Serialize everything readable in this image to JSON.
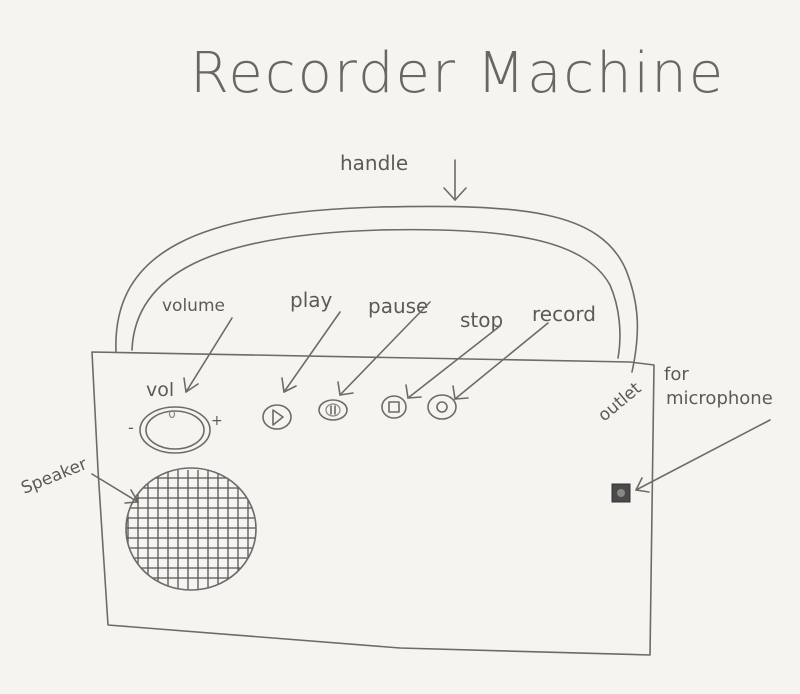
{
  "title": "Recorder Machine",
  "labels": {
    "handle": "handle",
    "volume": "volume",
    "play": "play",
    "pause": "pause",
    "stop": "stop",
    "record": "record",
    "vol": "vol",
    "minus": "-",
    "plus": "+",
    "speaker": "Speaker",
    "outlet": "outlet",
    "for": "for",
    "microphone": "microphone"
  },
  "colors": {
    "paper": "#f6f4f1",
    "pencil": "#6e6b67",
    "outlet_fill": "#4a4a4a"
  }
}
